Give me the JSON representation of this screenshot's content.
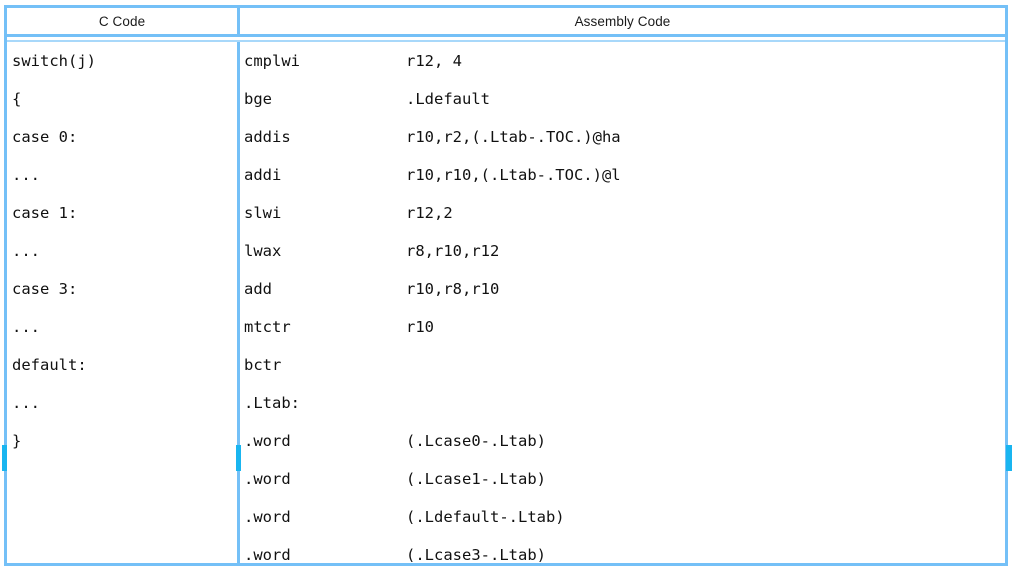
{
  "table": {
    "headers": {
      "c_code": "C Code",
      "assembly_code": "Assembly Code"
    },
    "c_code_lines": [
      "switch(j)",
      "{",
      "case 0:",
      "...",
      "case 1:",
      "...",
      "case 3:",
      "...",
      "default:",
      "...",
      "}",
      "",
      "",
      ""
    ],
    "assembly_lines": [
      {
        "mnemonic": "cmplwi",
        "operands": "r12, 4"
      },
      {
        "mnemonic": "bge",
        "operands": ".Ldefault"
      },
      {
        "mnemonic": "addis",
        "operands": "r10,r2,(.Ltab-.TOC.)@ha"
      },
      {
        "mnemonic": "addi",
        "operands": "r10,r10,(.Ltab-.TOC.)@l"
      },
      {
        "mnemonic": "slwi",
        "operands": "r12,2"
      },
      {
        "mnemonic": "lwax",
        "operands": "r8,r10,r12"
      },
      {
        "mnemonic": "add",
        "operands": "r10,r8,r10"
      },
      {
        "mnemonic": "mtctr",
        "operands": "r10"
      },
      {
        "mnemonic": "bctr",
        "operands": ""
      },
      {
        "mnemonic": ".Ltab:",
        "operands": ""
      },
      {
        "mnemonic": ".word",
        "operands": "(.Lcase0-.Ltab)"
      },
      {
        "mnemonic": ".word",
        "operands": "(.Lcase1-.Ltab)"
      },
      {
        "mnemonic": ".word",
        "operands": "(.Ldefault-.Ltab)"
      },
      {
        "mnemonic": ".word",
        "operands": "(.Lcase3-.Ltab)"
      }
    ]
  },
  "colors": {
    "border": "#74c0f7",
    "border_light": "#a8d8fa",
    "highlight": "#19b5f0",
    "text": "#111111",
    "background": "#ffffff"
  }
}
